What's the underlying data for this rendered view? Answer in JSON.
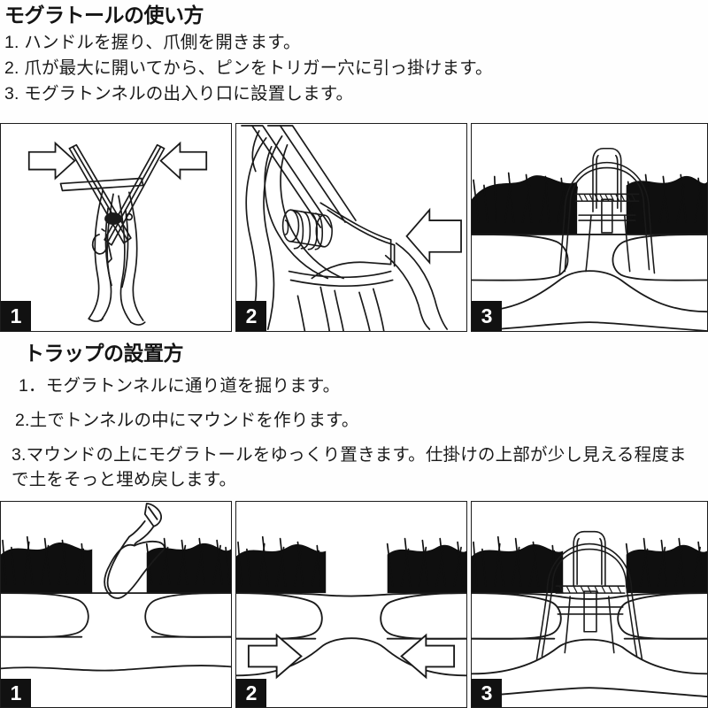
{
  "document": {
    "background_color": "#fefefe",
    "ink_color": "#141414"
  },
  "usage_section": {
    "title": "モグラトールの使い方",
    "steps": [
      "1. ハンドルを握り、爪側を開きます。",
      "2. 爪が最大に開いてから、ピンをトリガー穴に引っ掛けます。",
      "3. モグラトンネルの出入り口に設置します。"
    ]
  },
  "setup_section": {
    "title": "トラップの設置方",
    "steps": [
      "1．モグラトンネルに通り道を掘ります。",
      "2.土でトンネルの中にマウンドを作ります。",
      "3.マウンドの上にモグラトールをゆっくり置きます。仕掛けの上部が少し見える程度まで土をそっと埋め戻します。"
    ]
  },
  "figure_row_usage": {
    "panels": [
      {
        "badge": "1",
        "caption_semantic": "mole-trap-handles-squeezed-open",
        "arrows": [
          "arrow-right",
          "arrow-left"
        ]
      },
      {
        "badge": "2",
        "caption_semantic": "trigger-pin-hooked-closeup",
        "arrows": [
          "arrow-left"
        ]
      },
      {
        "badge": "3",
        "caption_semantic": "trap-set-at-tunnel-entrance",
        "arrows": []
      }
    ]
  },
  "figure_row_setup": {
    "panels": [
      {
        "badge": "1",
        "caption_semantic": "trowel-digging-tunnel-pathway",
        "arrows": []
      },
      {
        "badge": "2",
        "caption_semantic": "soil-mound-built-inside-tunnel",
        "arrows": [
          "arrow-right",
          "arrow-left"
        ]
      },
      {
        "badge": "3",
        "caption_semantic": "trap-placed-over-mound-buried",
        "arrows": []
      }
    ]
  },
  "colors": {
    "badge_background": "#111111",
    "badge_text": "#ffffff",
    "panel_border": "#1d1d1d",
    "line_art": "#1a1a1a",
    "turf_fill": "#101010"
  }
}
